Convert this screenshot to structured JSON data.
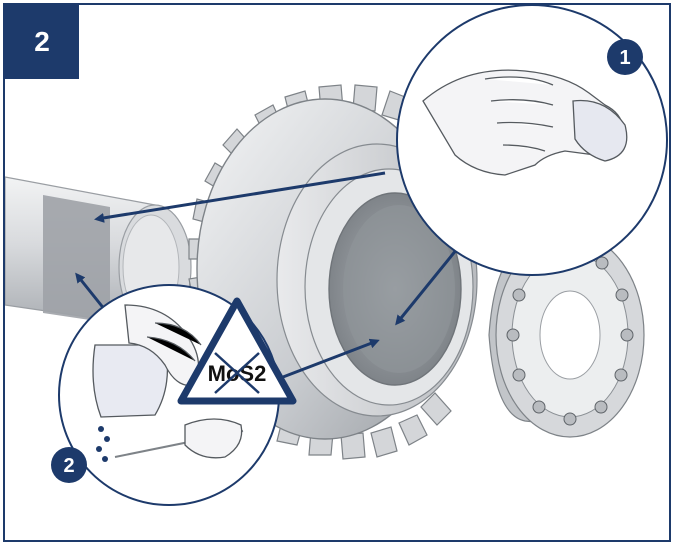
{
  "step": {
    "number": "2"
  },
  "callouts": [
    {
      "number": "1"
    },
    {
      "number": "2"
    }
  ],
  "warning": {
    "label": "MoS2",
    "symbol": "prohibited-triangle"
  },
  "colors": {
    "frame": "#1d3a6b",
    "badge": "#1d3a6b",
    "arrow": "#1d3a6b",
    "metal": "#cfd2d6",
    "metal_dark": "#8e9399",
    "contact_zone": "#9fa3a8",
    "warning_cross": "#1d3a6b"
  }
}
